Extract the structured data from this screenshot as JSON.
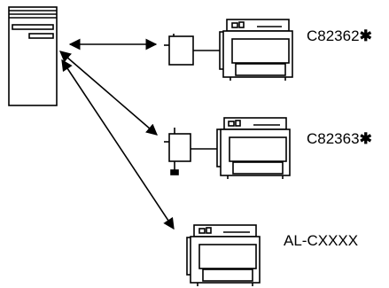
{
  "printers": [
    {
      "model": "C82362",
      "mark": "✱"
    },
    {
      "model": "C82363",
      "mark": "✱"
    },
    {
      "model": "AL-CXXXX",
      "mark": ""
    }
  ]
}
